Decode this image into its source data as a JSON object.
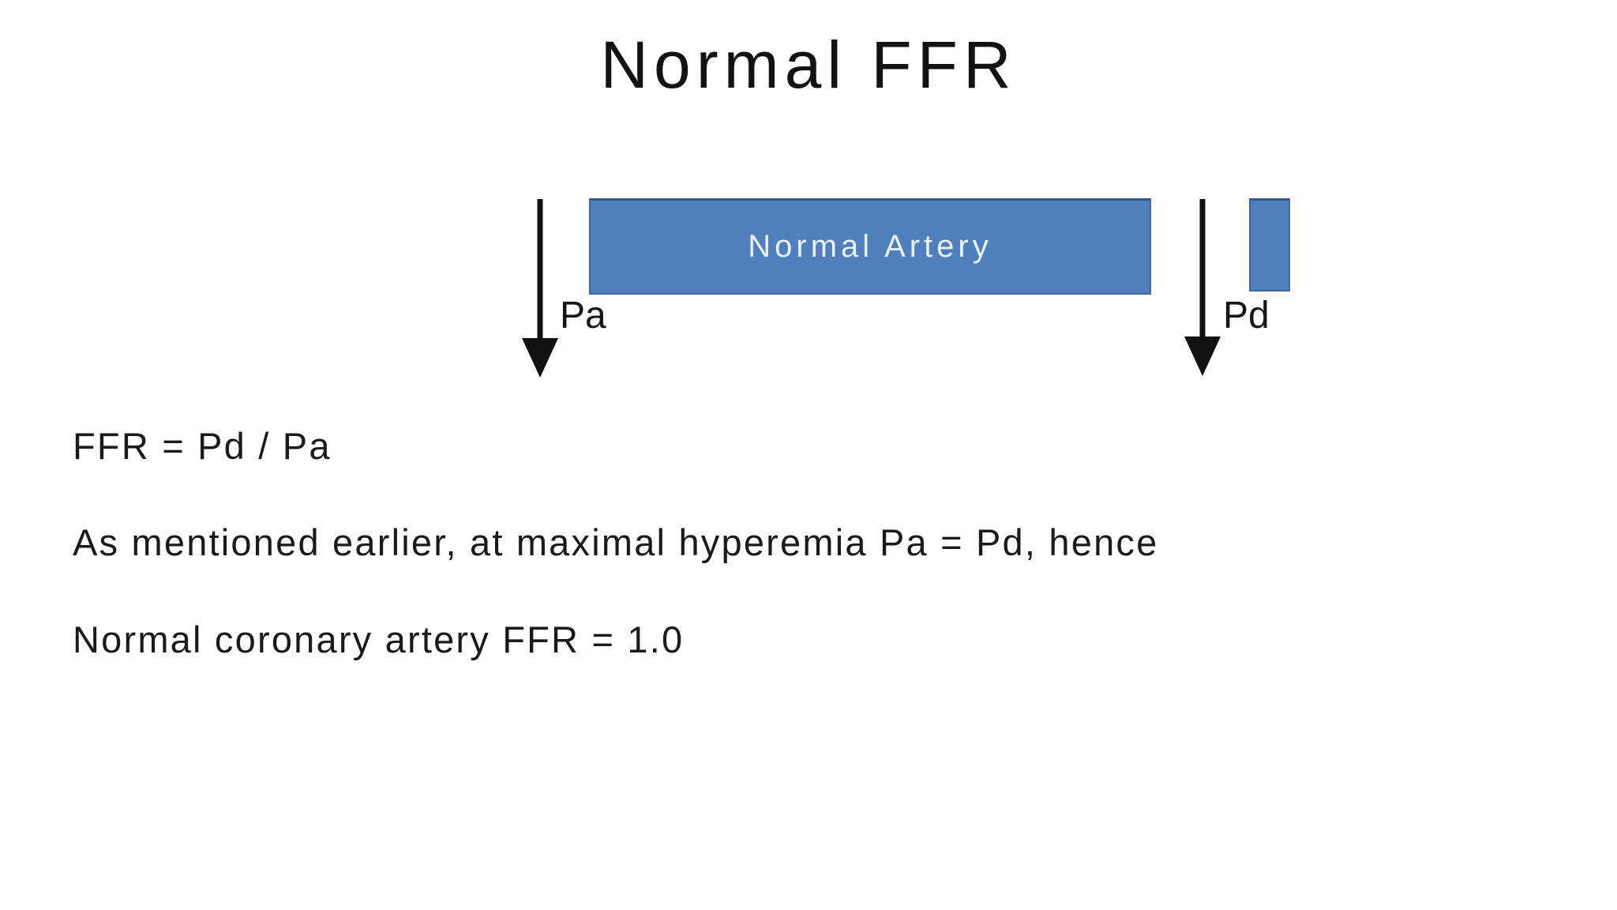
{
  "slide": {
    "title": "Normal FFR",
    "background_color": "#ffffff",
    "text_color": "#1a1a1a"
  },
  "diagram": {
    "accent_color": "#4f80bd",
    "accent_border_color": "#34578a",
    "artery_label": "Normal Artery",
    "artery_label_color": "#eaf2fc",
    "proximal_pressure_label": "Pa",
    "distal_pressure_label": "Pd",
    "proximal_arrow_icon": "down-arrow-icon",
    "distal_arrow_icon": "down-arrow-icon"
  },
  "body": {
    "lines": [
      "FFR  =  Pd  /  Pa",
      "As mentioned earlier, at maximal hyperemia Pa = Pd, hence",
      "Normal coronary artery FFR = 1.0"
    ]
  }
}
